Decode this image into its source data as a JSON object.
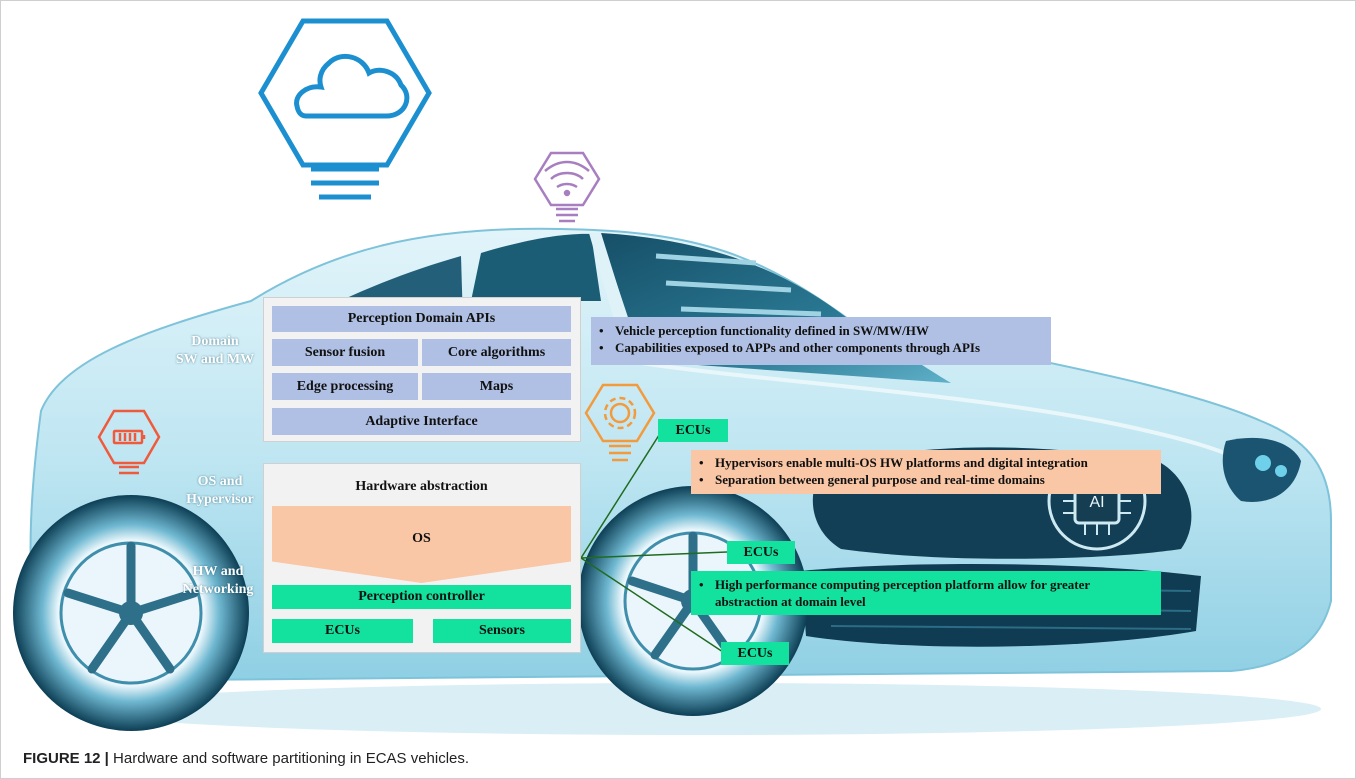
{
  "left_labels": {
    "domain": [
      "Domain",
      "SW and MW"
    ],
    "os": [
      "OS and",
      "Hypervisor"
    ],
    "hw": [
      "HW and",
      "Networking"
    ]
  },
  "domain_stack": {
    "apis": "Perception Domain APIs",
    "sensor_fusion": "Sensor fusion",
    "core_algorithms": "Core algorithms",
    "edge_processing": "Edge processing",
    "maps": "Maps",
    "adaptive_interface": "Adaptive Interface"
  },
  "hw_stack": {
    "hardware_abstraction": "Hardware abstraction",
    "os": "OS",
    "perception_controller": "Perception controller",
    "ecus": "ECUs",
    "sensors": "Sensors"
  },
  "ecu_labels": [
    "ECUs",
    "ECUs",
    "ECUs"
  ],
  "notes": {
    "domain": [
      "Vehicle  perception functionality defined in SW/MW/HW",
      "Capabilities exposed to APPs and other components through APIs"
    ],
    "hypervisor": [
      "Hypervisors enable multi-OS HW platforms and digital integration",
      "Separation between general purpose and real-time domains"
    ],
    "hpc": [
      "High performance computing perception platform allow for greater abstraction at domain level"
    ]
  },
  "chip_label": "AI",
  "caption": {
    "label": "FIGURE 12 |",
    "text": " Hardware and software partitioning in ECAS vehicles."
  },
  "colors": {
    "car_body": "#bfe6f2",
    "glass": "#1e5f78",
    "blue_box": "#b0c0e4",
    "green_box": "#12e29d",
    "peach_box": "#f9c6a6",
    "cloud_icon": "#1c8fd0",
    "wifi_icon": "#a77fc1",
    "battery_icon": "#f05a3c",
    "gear_icon": "#f39a3d"
  }
}
